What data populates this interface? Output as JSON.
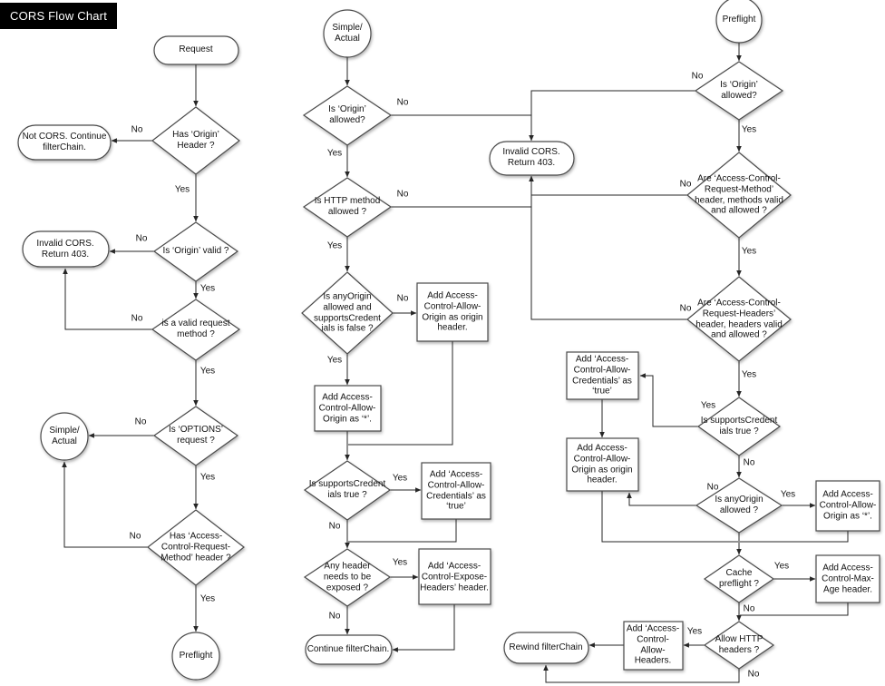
{
  "title": "CORS Flow Chart",
  "edge_labels": {
    "yes": "Yes",
    "no": "No"
  },
  "left_flow": {
    "request": "Request",
    "has_origin_header": "Has ‘Origin’ Header ?",
    "not_cors": "Not CORS. Continue filterChain.",
    "is_origin_valid": "Is ‘Origin’ valid ?",
    "invalid_cors": "Invalid CORS. Return 403.",
    "is_valid_request_method": "is a valid request method ?",
    "is_options_request": "Is ‘OPTIONS’ request ?",
    "simple_actual": "Simple/ Actual",
    "has_acrm_header": "Has ‘Access-Control-Request-Method’ header ?",
    "preflight": "Preflight"
  },
  "simple_actual_flow": {
    "start": "Simple/ Actual",
    "is_origin_allowed": "Is ‘Origin’ allowed?",
    "invalid_cors": "Invalid CORS. Return 403.",
    "is_http_method_allowed": "Is HTTP method allowed ?",
    "is_anyorigin_and_no_credentials": "Is anyOrigin allowed and supportsCredent ials is false ?",
    "add_origin_as_origin_header": "Add Access-Control-Allow-Origin as origin header.",
    "add_origin_as_star": "Add Access-Control-Allow-Origin as ‘*’.",
    "is_supports_credentials": "Is supportsCredent ials true ?",
    "add_allow_credentials": "Add ‘Access-Control-Allow-Credentials’ as ‘true’",
    "any_header_exposed": "Any header needs to be exposed ?",
    "add_expose_headers": "Add ‘Access-Control-Expose-Headers’ header.",
    "continue_filterchain": "Continue filterChain."
  },
  "preflight_flow": {
    "start": "Preflight",
    "is_origin_allowed": "Is ‘Origin’ allowed?",
    "acr_method_valid": "Are ‘Access-Control-Request-Method’ header, methods  valid and allowed ?",
    "acr_headers_valid": "Are ‘Access-Control-Request-Headers’ header, headers valid and allowed ?",
    "is_supports_credentials": "Is supportsCredent ials true ?",
    "add_allow_credentials": "Add ‘Access-Control-Allow-Credentials’ as ‘true’",
    "add_origin_as_origin_header": "Add Access-Control-Allow-Origin as origin header.",
    "is_anyorigin_allowed": "Is anyOrigin allowed ?",
    "add_origin_as_star": "Add Access-Control-Allow-Origin as ‘*’.",
    "cache_preflight": "Cache preflight ?",
    "add_max_age": "Add Access-Control-Max-Age header.",
    "allow_http_headers": "Allow HTTP headers ?",
    "add_allow_headers": "Add ‘Access-Control-Allow-Headers.",
    "rewind_filterchain": "Rewind filterChain"
  }
}
